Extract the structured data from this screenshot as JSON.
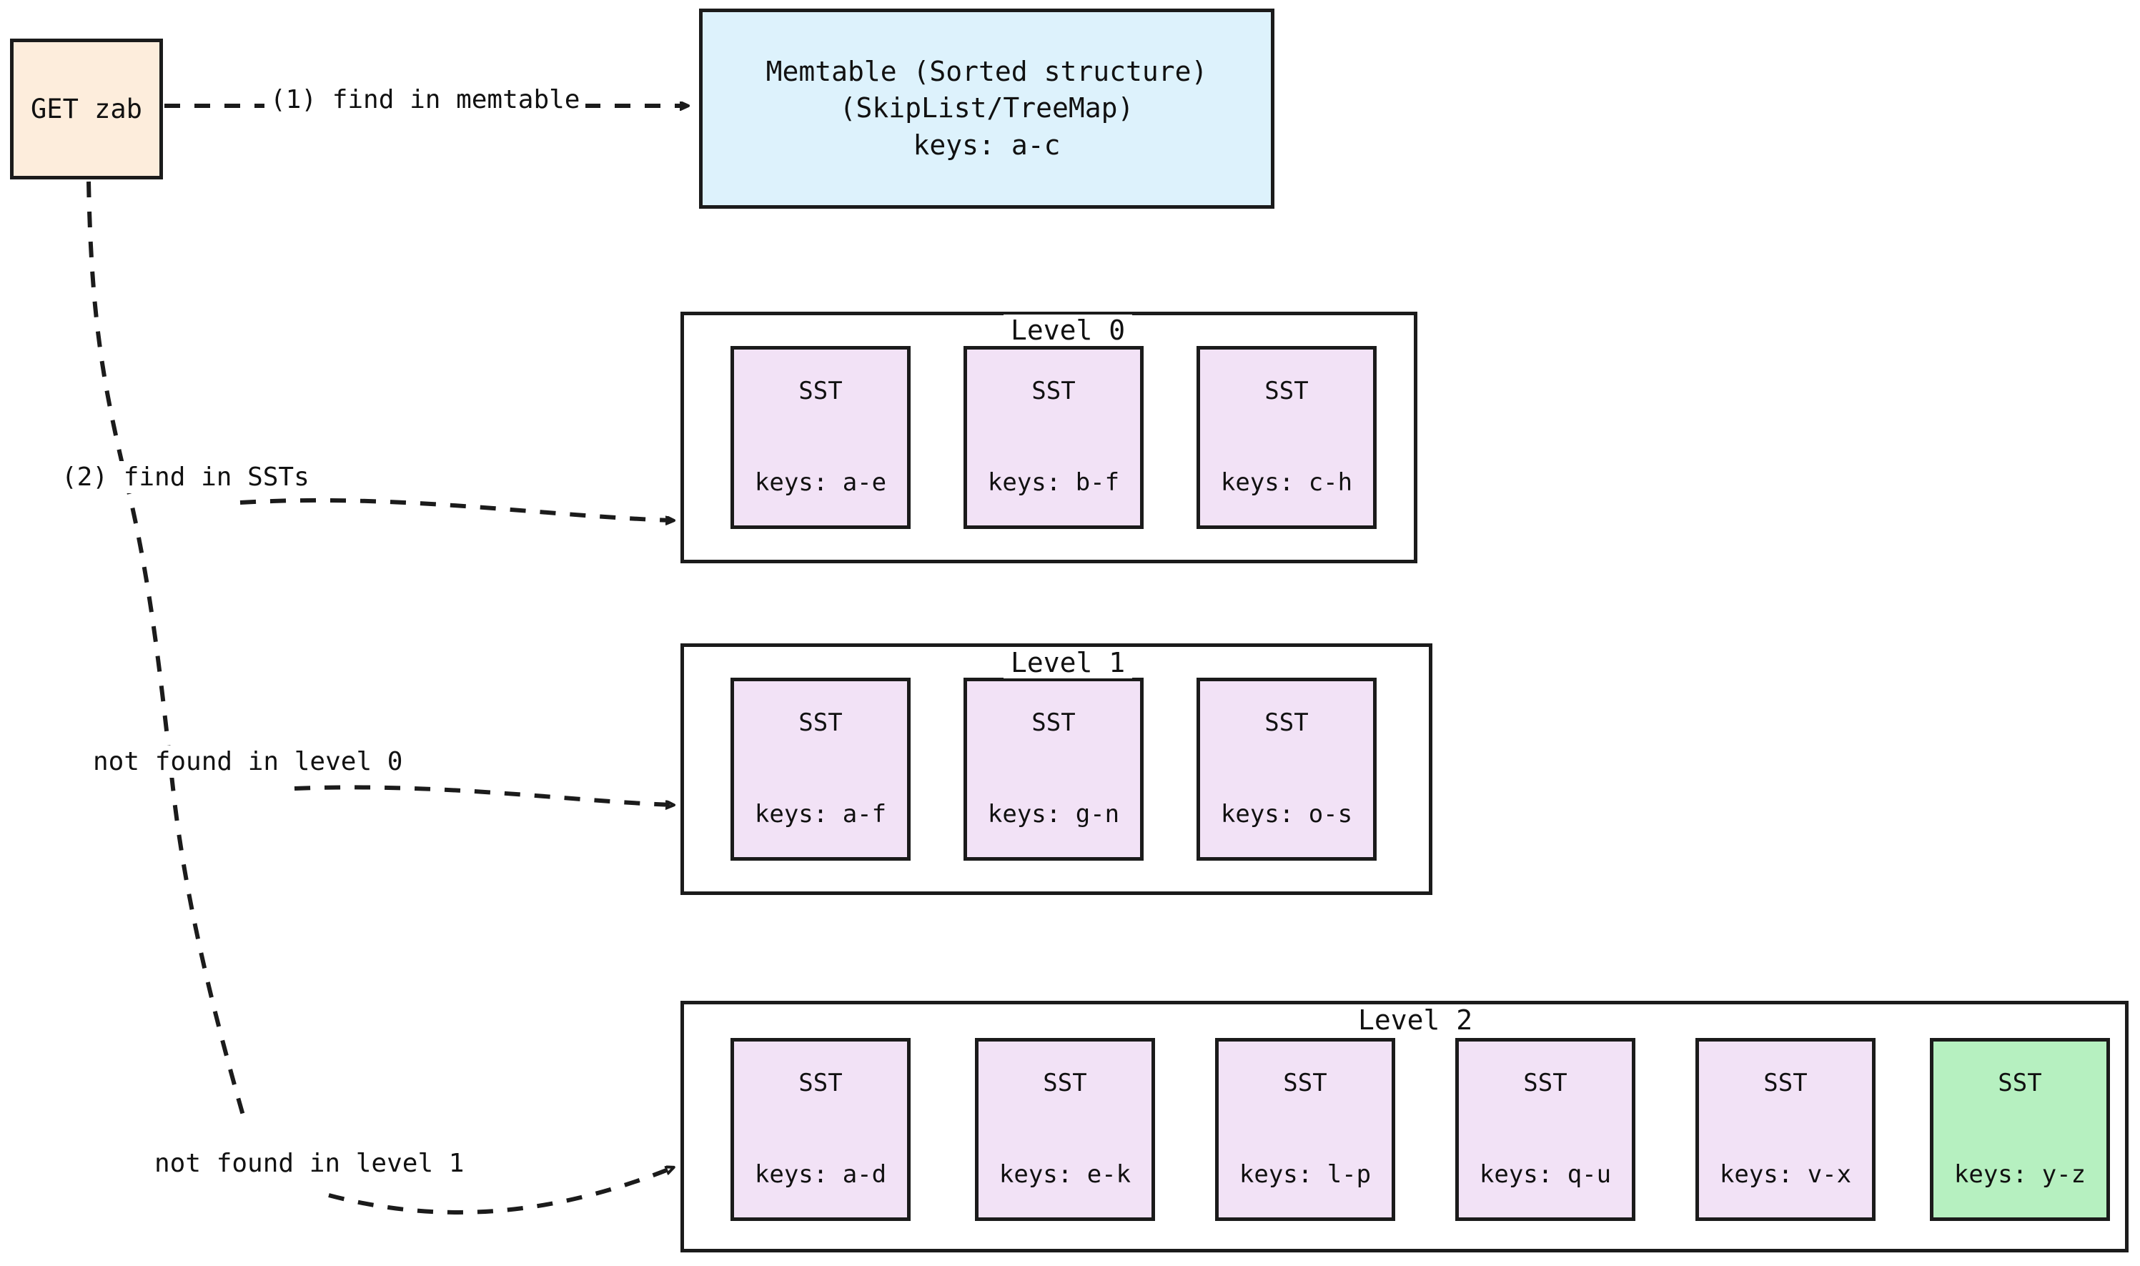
{
  "diagram": {
    "title": "LSM-tree GET read path",
    "colors": {
      "request_fill": "#fdeddc",
      "memtable_fill": "#ddf2fc",
      "sst_fill": "#f2e2f6",
      "sst_found_fill": "#b6f0c0",
      "stroke": "#1b1b1b",
      "background": "#ffffff"
    }
  },
  "request": {
    "label": "GET zab"
  },
  "memtable": {
    "line1": "Memtable (Sorted structure)",
    "line2": "(SkipList/TreeMap)",
    "line3": "keys: a-c"
  },
  "edges": [
    {
      "label": "(1) find in memtable"
    },
    {
      "label": "(2) find in SSTs"
    },
    {
      "label": "not found in level 0"
    },
    {
      "label": "not found in level 1"
    }
  ],
  "levels": [
    {
      "label": "Level 0",
      "ssts": [
        {
          "title": "SST",
          "keys": "keys: a-e",
          "found": false
        },
        {
          "title": "SST",
          "keys": "keys: b-f",
          "found": false
        },
        {
          "title": "SST",
          "keys": "keys: c-h",
          "found": false
        }
      ]
    },
    {
      "label": "Level 1",
      "ssts": [
        {
          "title": "SST",
          "keys": "keys: a-f",
          "found": false
        },
        {
          "title": "SST",
          "keys": "keys: g-n",
          "found": false
        },
        {
          "title": "SST",
          "keys": "keys: o-s",
          "found": false
        }
      ]
    },
    {
      "label": "Level 2",
      "ssts": [
        {
          "title": "SST",
          "keys": "keys: a-d",
          "found": false
        },
        {
          "title": "SST",
          "keys": "keys: e-k",
          "found": false
        },
        {
          "title": "SST",
          "keys": "keys: l-p",
          "found": false
        },
        {
          "title": "SST",
          "keys": "keys: q-u",
          "found": false
        },
        {
          "title": "SST",
          "keys": "keys: v-x",
          "found": false
        },
        {
          "title": "SST",
          "keys": "keys: y-z",
          "found": true
        }
      ]
    }
  ]
}
